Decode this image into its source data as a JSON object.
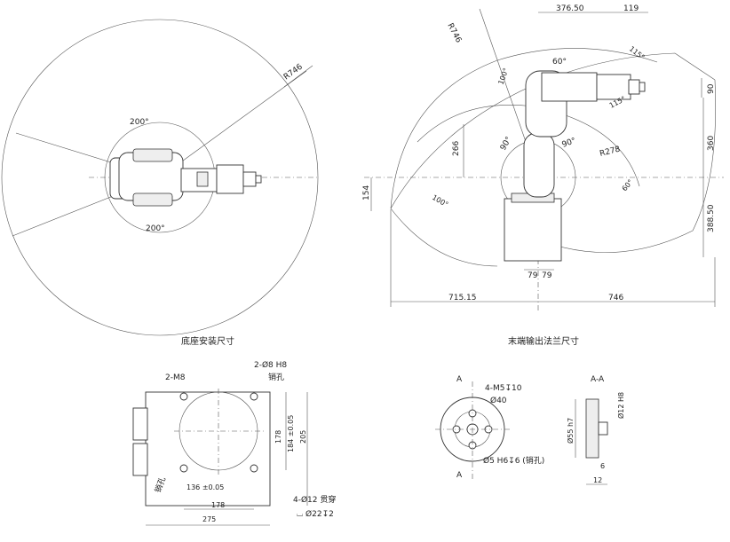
{
  "topview": {
    "r746": "R746",
    "ang_upper": "200°",
    "ang_lower": "200°"
  },
  "sideview": {
    "r746": "R746",
    "d376": "376.50",
    "d119": "119",
    "a115": "115°",
    "a60_top": "60°",
    "a100_top": "100°",
    "a115_b": "115°",
    "d90": "90",
    "d266": "266",
    "a90_l": "90°",
    "a90_r": "90°",
    "r278": "R278",
    "d360": "360",
    "d154": "154",
    "a100_low": "100°",
    "a60_low": "60°",
    "d388": "388.50",
    "d79a": "79",
    "d79b": "79",
    "d715": "715.15",
    "d746": "746"
  },
  "titles": {
    "base": "底座安装尺寸",
    "flange": "末端输出法兰尺寸"
  },
  "base": {
    "m8": "2-M8",
    "pin": "2-Ø8 H8",
    "pin2": "销孔",
    "d178v": "178",
    "d184": "184 ±0.05",
    "d205": "205",
    "d136": "136 ±0.05",
    "d178h": "178",
    "d275": "275",
    "pin3": "销孔",
    "hole": "4-Ø12 贯穿",
    "cbore": "⌴ Ø22↧2"
  },
  "flange": {
    "a_top": "A",
    "a_bot": "A",
    "m5": "4-M5↧10",
    "d40": "Ø40",
    "d5": "Ø5 H6↧6 (销孔)",
    "section": "A-A",
    "d12": "Ø12 H8",
    "d55": "Ø55 h7",
    "d6": "6",
    "d12b": "12"
  }
}
